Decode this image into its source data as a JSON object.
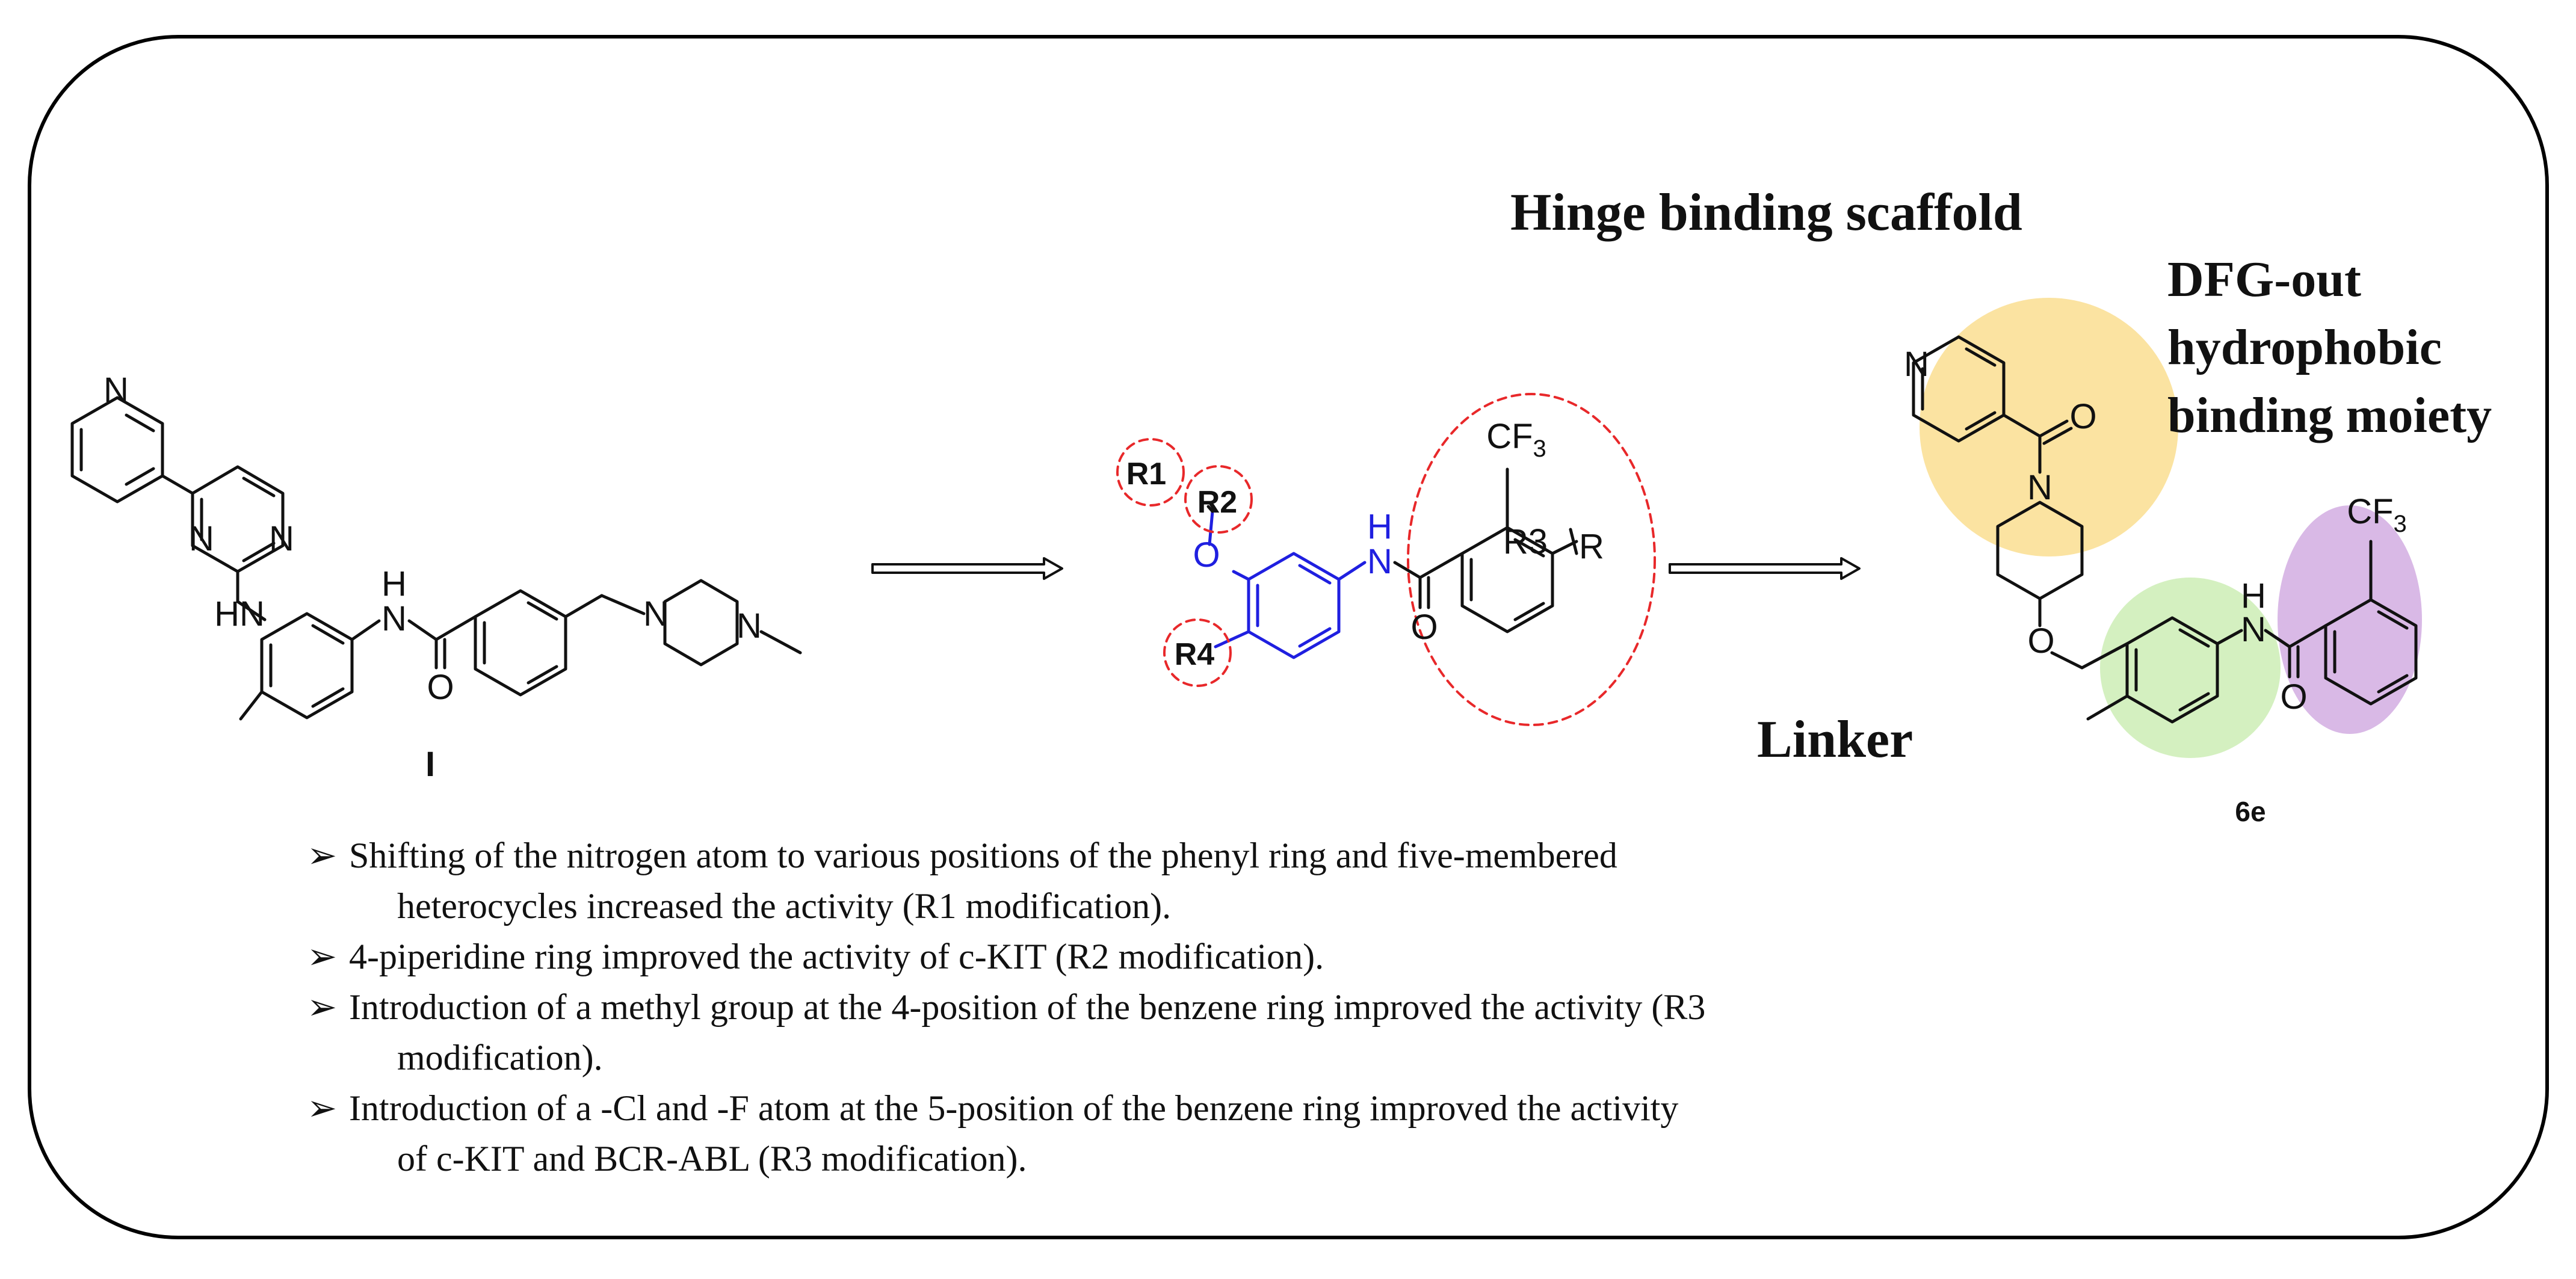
{
  "labels": {
    "hinge": "Hinge binding scaffold",
    "dfg_line1": "DFG-out",
    "dfg_line2": "hydrophobic",
    "dfg_line3": "binding moiety",
    "linker": "Linker",
    "compound_left": "I",
    "compound_right": "6e"
  },
  "atoms": {
    "N": "N",
    "NH_H": "H",
    "HN": "HN",
    "O": "O",
    "CF": "CF",
    "sub3": "3",
    "R1": "R1",
    "R2": "R2",
    "R3": "R3",
    "R4": "R4",
    "R": "R"
  },
  "bullets": [
    {
      "marker": "➢",
      "line1": "Shifting of the nitrogen atom to various positions of the phenyl ring and five-membered",
      "line2": "heterocycles increased the activity (R1 modification)."
    },
    {
      "marker": "➢",
      "line1": "4-piperidine ring improved the activity of c-KIT (R2 modification).",
      "line2": ""
    },
    {
      "marker": "➢",
      "line1": "Introduction of a methyl group at the 4-position of the benzene ring improved the activity (R3",
      "line2": "modification)."
    },
    {
      "marker": "➢",
      "line1": "Introduction of a -Cl and -F atom at the 5-position of the benzene ring improved the activity",
      "line2": "of c-KIT and BCR-ABL (R3 modification)."
    }
  ],
  "colors": {
    "highlight_yellow": "#FBE3A1",
    "highlight_green": "#D4F0C0",
    "highlight_purple": "#D9B9E6",
    "linker_blue": "#1F1FE0",
    "dashed_red": "#E8282A"
  }
}
